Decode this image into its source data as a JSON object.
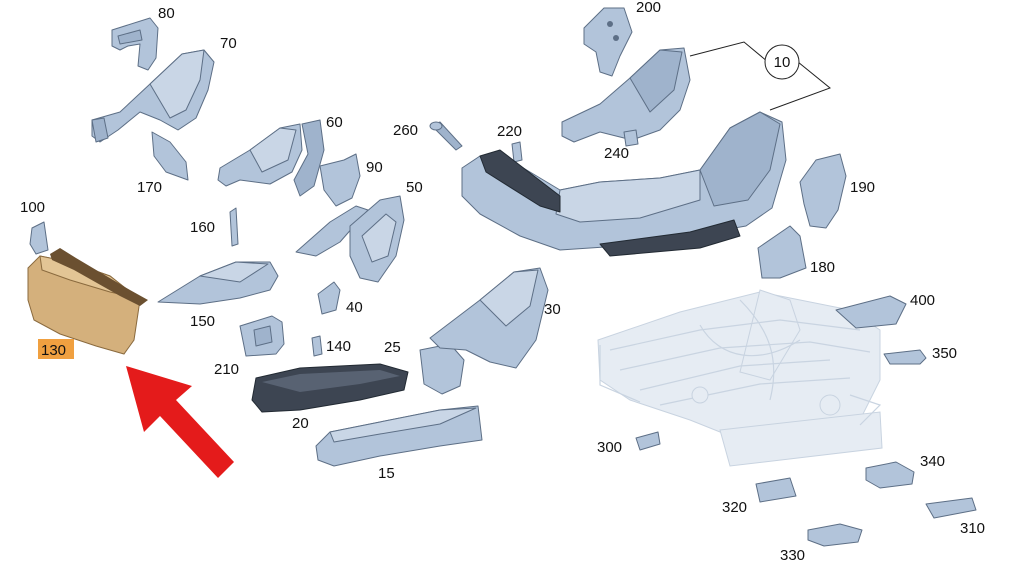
{
  "diagram": {
    "colors": {
      "part_fill": "#b2c4da",
      "part_stroke": "#5d6f86",
      "highlight_part": "#d4b07c",
      "highlight_label_bg": "#f0a040",
      "arrow": "#e41b1b",
      "dark_part": "#3d4552"
    },
    "labels": {
      "p10": "10",
      "p15": "15",
      "p20": "20",
      "p25": "25",
      "p30": "30",
      "p40": "40",
      "p50": "50",
      "p60": "60",
      "p70": "70",
      "p80": "80",
      "p90": "90",
      "p100": "100",
      "p130": "130",
      "p140": "140",
      "p150": "150",
      "p160": "160",
      "p170": "170",
      "p180": "180",
      "p190": "190",
      "p200": "200",
      "p210": "210",
      "p220": "220",
      "p240": "240",
      "p260": "260",
      "p300": "300",
      "p310": "310",
      "p320": "320",
      "p330": "330",
      "p340": "340",
      "p350": "350",
      "p400": "400"
    },
    "highlighted_part": "130"
  }
}
